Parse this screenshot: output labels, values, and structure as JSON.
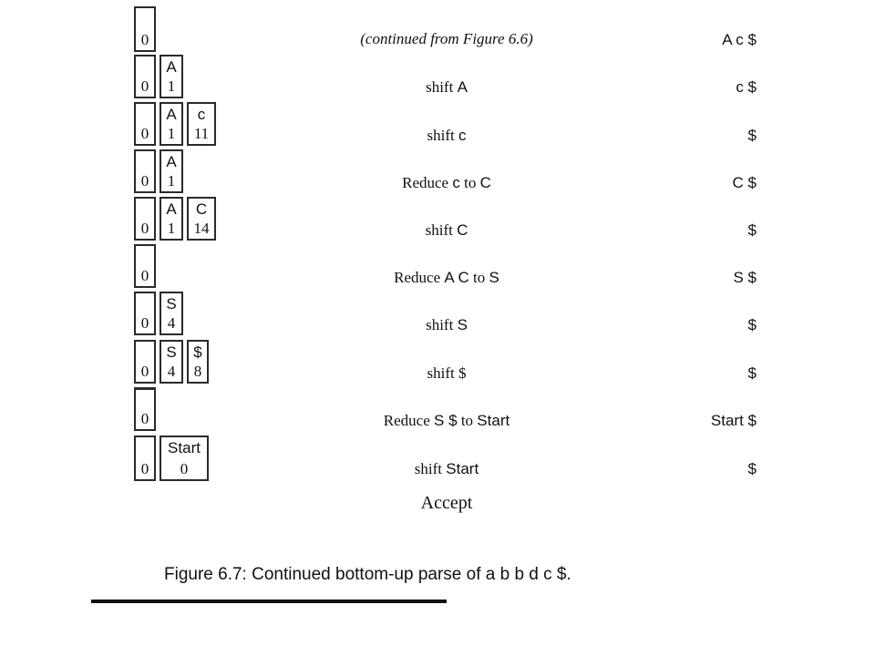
{
  "header": {
    "continued": "(continued from Figure 6.6)",
    "input_initial": "A c $"
  },
  "rows": [
    {
      "action_a": "shift ",
      "action_b": "A",
      "input": "c $"
    },
    {
      "action_a": "shift ",
      "action_b": "c",
      "input": "$"
    },
    {
      "action_a": "Reduce ",
      "action_b": "c",
      "action_c": " to ",
      "action_d": "C",
      "input": "C $"
    },
    {
      "action_a": "shift ",
      "action_b": "C",
      "input": "$"
    },
    {
      "action_a": "Reduce ",
      "action_b": "A C",
      "action_c": " to ",
      "action_d": "S",
      "input": "S $"
    },
    {
      "action_a": "shift ",
      "action_b": "S",
      "input": "$"
    },
    {
      "action_a": "shift ",
      "action_b": "$",
      "input": "$"
    },
    {
      "action_a": "Reduce ",
      "action_b": "S $",
      "action_c": " to ",
      "action_d": "Start",
      "input": "Start $"
    },
    {
      "action_a": "shift ",
      "action_b": "Start",
      "input": "$"
    }
  ],
  "stacks": {
    "s0": {
      "sym": "",
      "state": "0"
    },
    "sA1": {
      "sym": "A",
      "state": "1"
    },
    "sc11": {
      "sym": "c",
      "state": "11"
    },
    "sC14": {
      "sym": "C",
      "state": "14"
    },
    "sS4": {
      "sym": "S",
      "state": "4"
    },
    "sD8": {
      "sym": "$",
      "state": "8"
    },
    "sStart": {
      "sym": "Start",
      "state": "0"
    }
  },
  "accept": "Accept",
  "caption": "Figure 6.7: Continued bottom-up parse of a b b d c $."
}
